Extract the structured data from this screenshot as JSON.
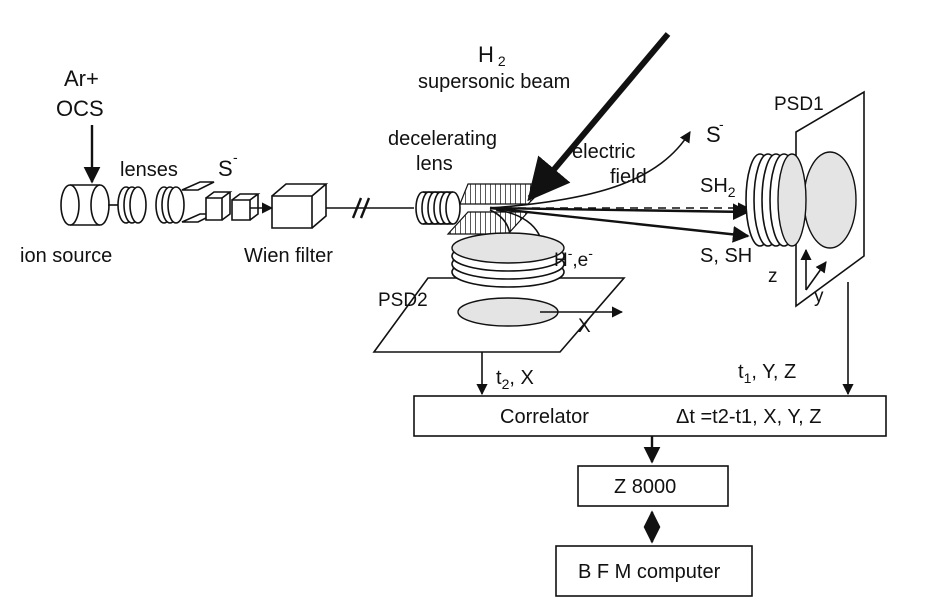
{
  "labels": {
    "source_gas_ar": "Ar+",
    "source_gas_ocs": "OCS",
    "lenses": "lenses",
    "s_minus_ion": "S",
    "ion_source": "ion source",
    "wien_filter": "Wien filter",
    "h2_symbol": "H",
    "h2_subscript": "2",
    "supersonic_beam": "supersonic beam",
    "decelerating_line1": "decelerating",
    "decelerating_line2": "lens",
    "electric_line1": "electric",
    "electric_line2": "field",
    "s_minus_deflected": "S",
    "sh2_main": "SH",
    "sh2_sub": "2",
    "s_sh": "S, SH",
    "h_minus_e": "H",
    "h_minus_e_tail": ",e",
    "psd1": "PSD1",
    "psd2": "PSD2",
    "axis_x": "X",
    "axis_y": "y",
    "axis_z": "z",
    "t1_main": "t",
    "t1_sub": "1",
    "t1_rest": ", Y, Z",
    "t2_main": "t",
    "t2_sub": "2",
    "t2_rest": ", X",
    "correlator": "Correlator",
    "delta_t_formula": "Δt =t2-t1, X, Y, Z",
    "z8000": "Z 8000",
    "bfm_computer": "B F M computer",
    "charge_minus": "-"
  }
}
